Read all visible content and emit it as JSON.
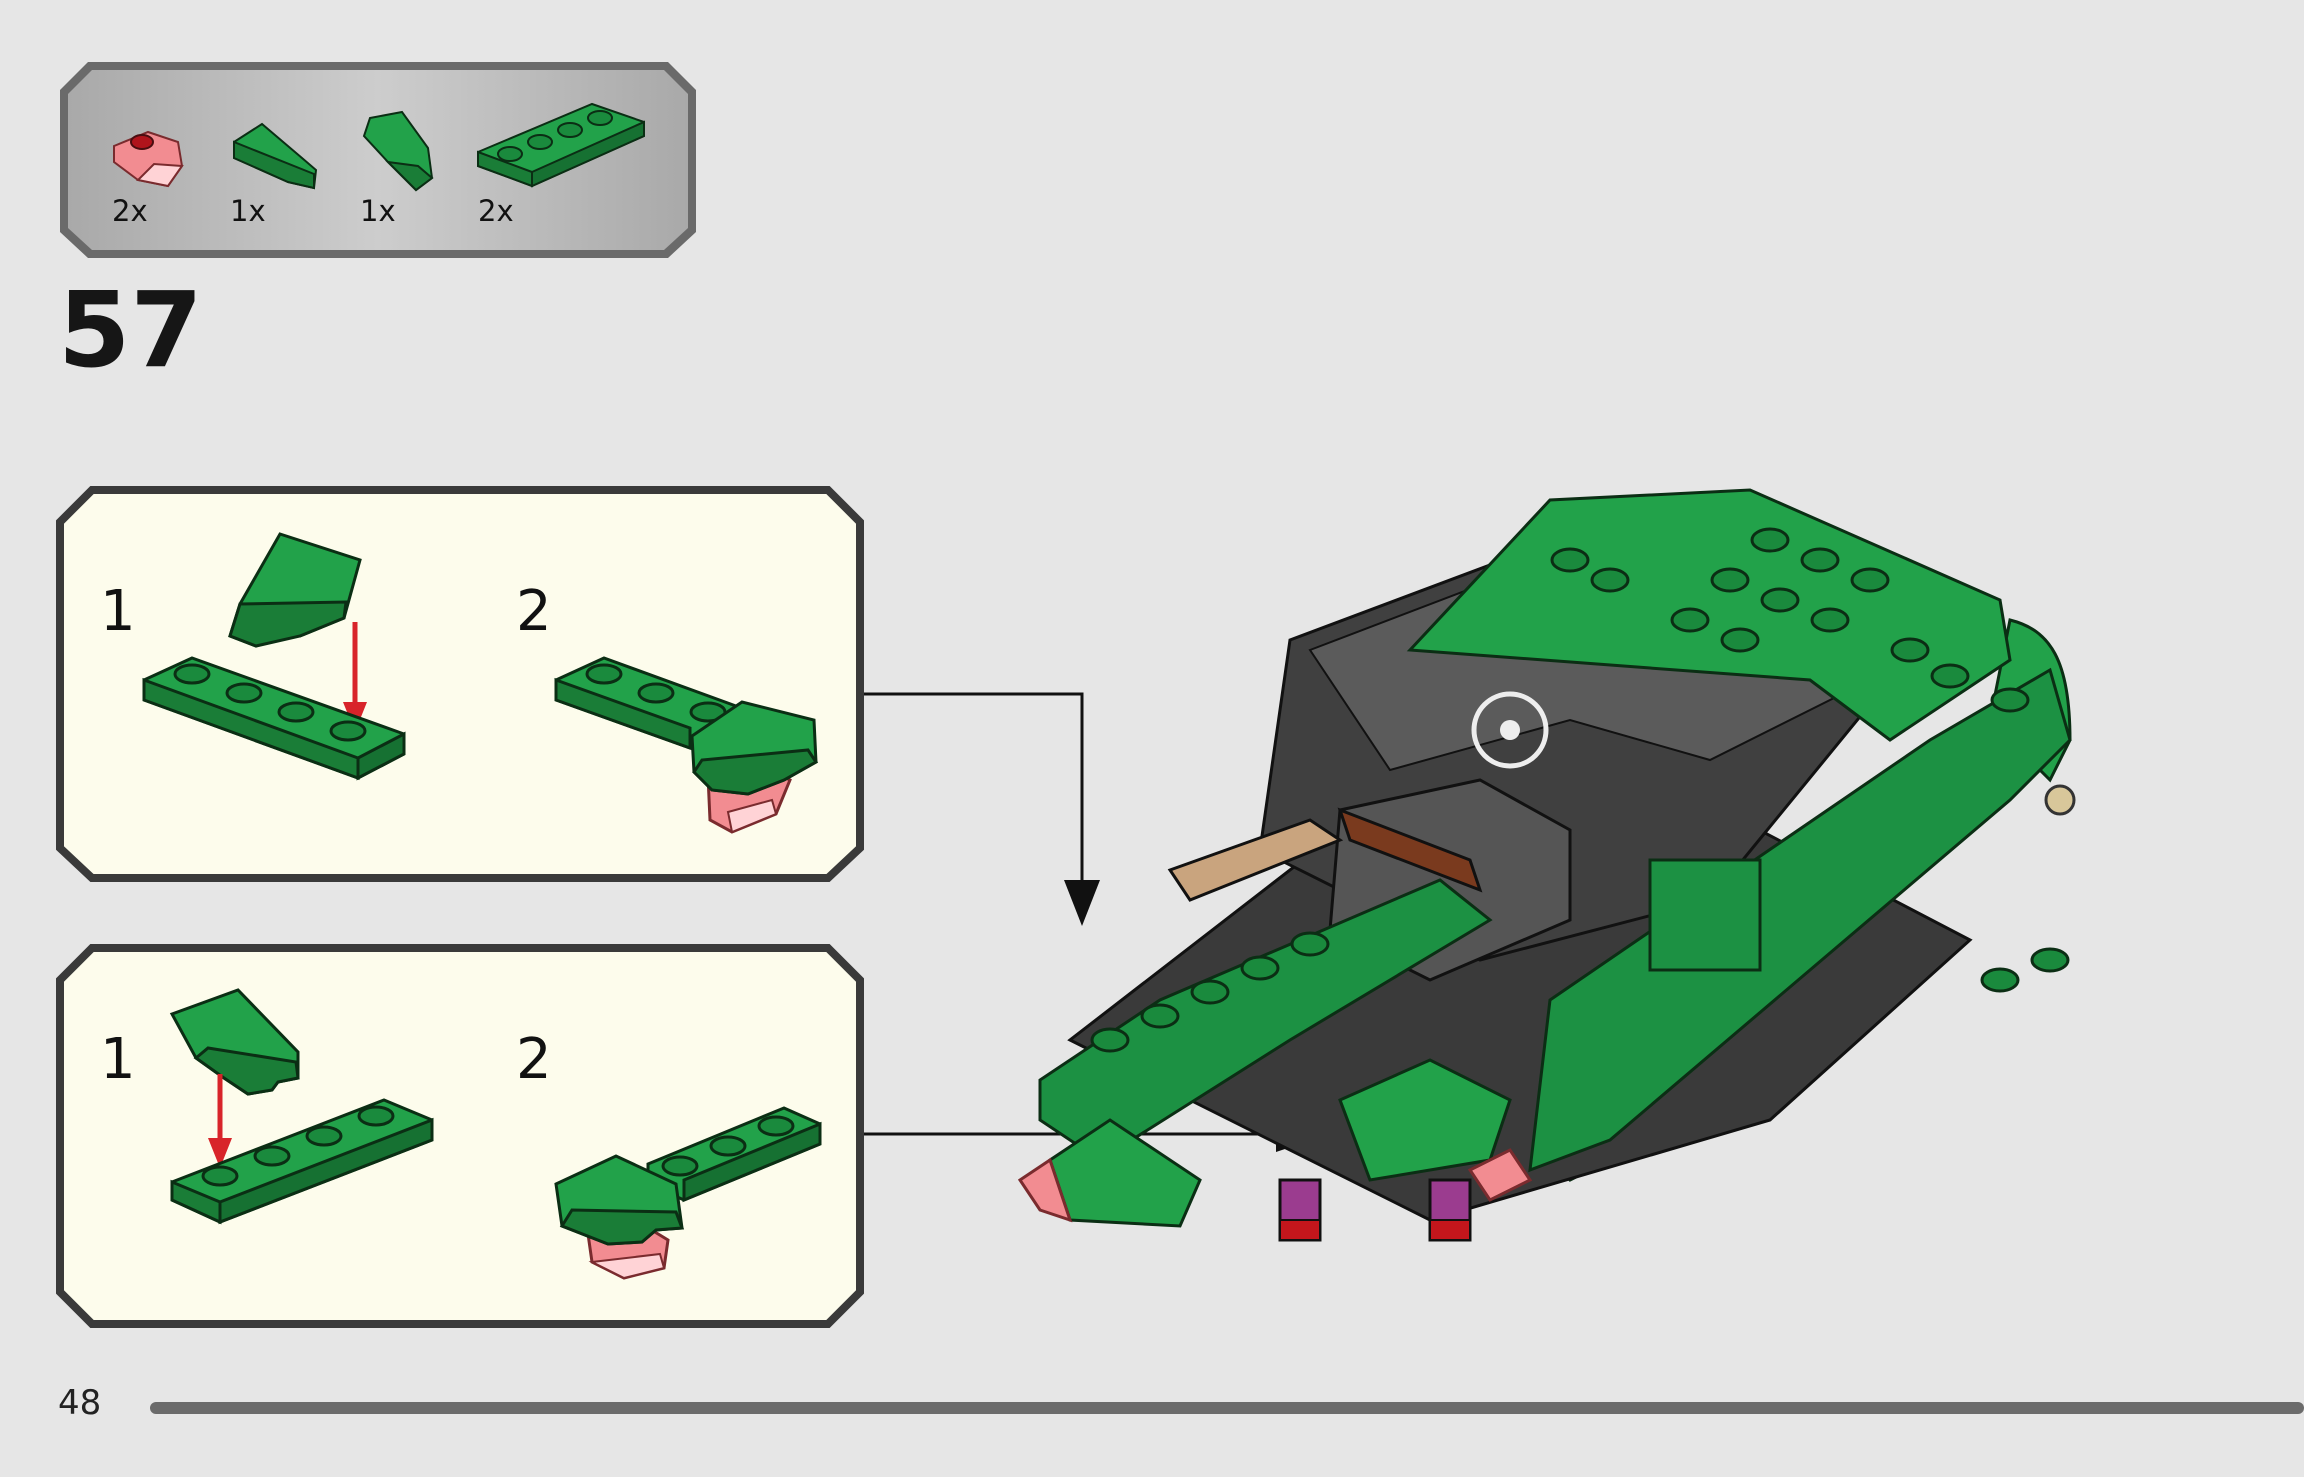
{
  "parts_list": [
    {
      "name": "trans-red-wedge-tile",
      "qty": "2x"
    },
    {
      "name": "green-wedge-curved-left",
      "qty": "1x"
    },
    {
      "name": "green-wedge-curved-right",
      "qty": "1x"
    },
    {
      "name": "green-plate-1x4",
      "qty": "2x"
    }
  ],
  "step": {
    "number": "57"
  },
  "sub_assembly_top": {
    "step1": "1",
    "step2": "2"
  },
  "sub_assembly_bottom": {
    "step1": "1",
    "step2": "2"
  },
  "footer": {
    "page_number": "48"
  },
  "colors": {
    "brick_green": "#1e9b45",
    "callout_bg": "#fdfcec",
    "arrow_red": "#d8242a",
    "page_bg": "#e6e6e6"
  }
}
